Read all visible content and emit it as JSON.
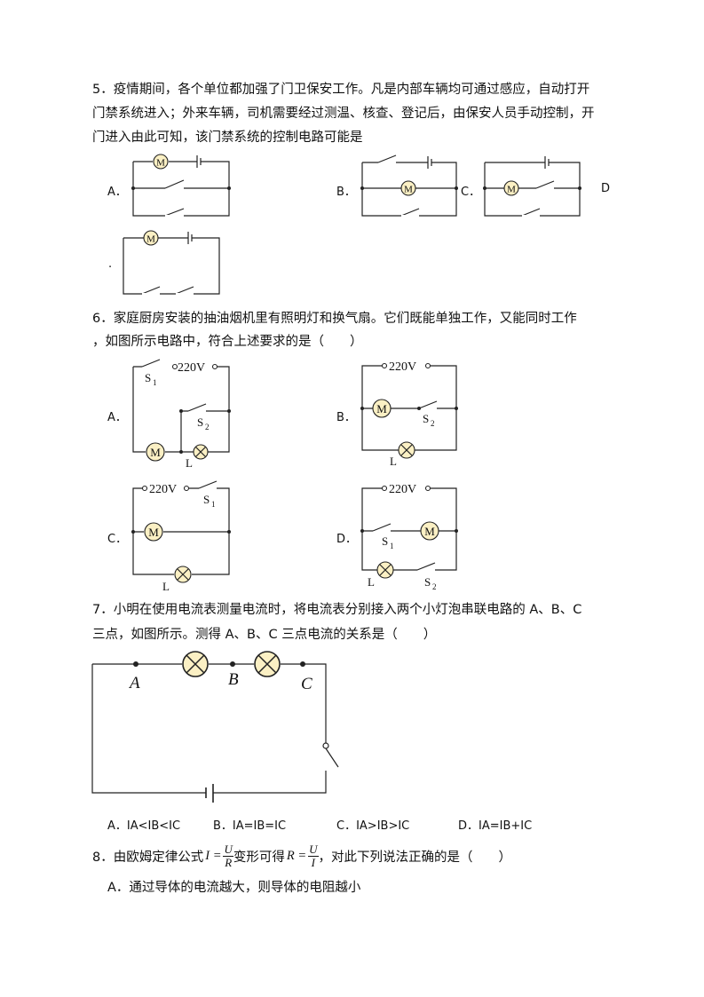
{
  "q5": {
    "line1": "5．疫情期间，各个单位都加强了门卫保安工作。凡是内部车辆均可通过感应，自动打开",
    "line2": "门禁系统进入；外来车辆，司机需要经过测温、核查、登记后，由保安人员手动控制，开",
    "line3": "门进入由此可知，该门禁系统的控制电路可能是",
    "options": {
      "a": "A．",
      "b": "B．",
      "c": "C．",
      "d": "D",
      "d_dot": "."
    },
    "motor_symbol": "M"
  },
  "q6": {
    "line1": "6．家庭厨房安装的抽油烟机里有照明灯和换气扇。它们既能单独工作，又能同时工作",
    "line2": "，如图所示电路中，符合上述要求的是（　　）",
    "options": {
      "a": "A．",
      "b": "B．",
      "c": "C．",
      "d": "D．"
    },
    "voltage": "220V",
    "motor_symbol": "M",
    "lamp_label": "L",
    "switch1": "S",
    "switch1_sub": "1",
    "switch2": "S",
    "switch2_sub": "2"
  },
  "q7": {
    "line1": "7．小明在使用电流表测量电流时，将电流表分别接入两个小灯泡串联电路的 A、B、C",
    "line2": "三点，如图所示。测得 A、B、C 三点电流的关系是（　　）",
    "points": {
      "a": "A",
      "b": "B",
      "c": "C"
    },
    "options": {
      "a": "A．IA<IB<IC",
      "b": "B．IA=IB=IC",
      "c": "C．IA>IB>IC",
      "d": "D．IA=IB+IC"
    }
  },
  "q8": {
    "lead": "8．由欧姆定律公式",
    "formula1_lhs": "I =",
    "formula1_num": "U",
    "formula1_den": "R",
    "middle": "变形可得",
    "formula2_lhs": "R =",
    "formula2_num": "U",
    "formula2_den": "I",
    "tail": "，对此下列说法正确的是（　　）",
    "option_a": "A．通过导体的电流越大，则导体的电阻越小"
  }
}
